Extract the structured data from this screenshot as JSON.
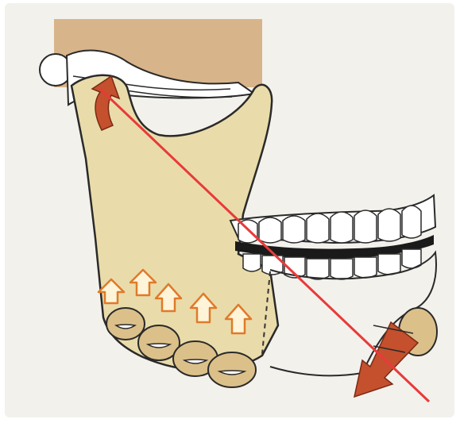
{
  "figure": {
    "colors": {
      "background": "#ffffff",
      "page_tint": "#f3f1ec",
      "skull_block": "#d8b48a",
      "bone": "#e9dcaa",
      "bone_outline": "#2a2a2a",
      "teeth": "#ffffff",
      "gum_gap": "#1a1a1a",
      "muscle_fill": "#dcc08a",
      "arrow_orange_stroke": "#e07a2a",
      "arrow_orange_fill": "#fff4d8",
      "force_arrow": "#c4502e",
      "line_of_action": "#e83a3a",
      "dashed_line": "#333333"
    },
    "icons": [
      "skull-block",
      "condyle-ring",
      "mandible",
      "upper-dental-arch",
      "lower-dental-arch",
      "masseter-muscle-bundles",
      "muscle-pull-arrows",
      "condyle-force-arrow",
      "chin-force-arrow",
      "line-of-action"
    ],
    "muscle_bundle_count": 5,
    "muscle_arrow_count": 5
  }
}
